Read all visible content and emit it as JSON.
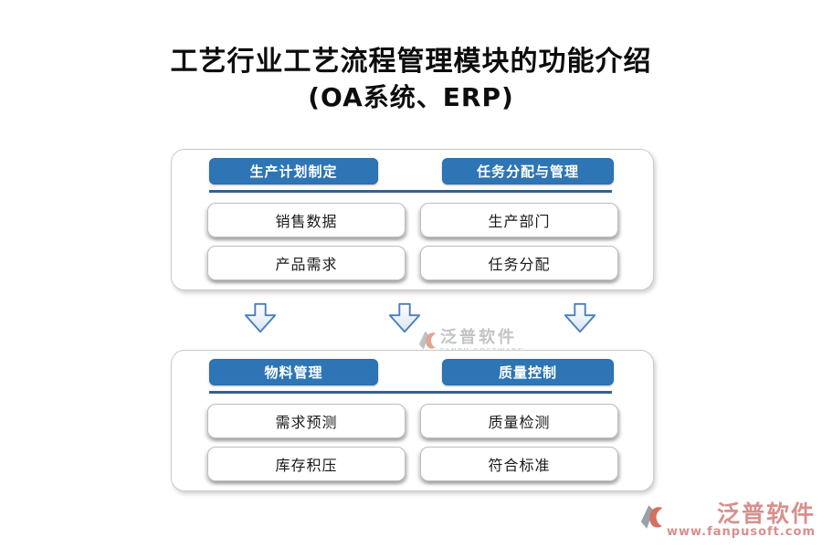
{
  "title": {
    "line1": "工艺行业工艺流程管理模块的功能介绍",
    "line2": "(OA系统、ERP)"
  },
  "panels": [
    {
      "headers": [
        "生产计划制定",
        "任务分配与管理"
      ],
      "boxes": [
        "销售数据",
        "生产部门",
        "产品需求",
        "任务分配"
      ]
    },
    {
      "headers": [
        "物料管理",
        "质量控制"
      ],
      "boxes": [
        "需求预测",
        "质量检测",
        "库存积压",
        "符合标准"
      ]
    }
  ],
  "arrows": {
    "count": 3,
    "direction": "down"
  },
  "watermark_center": {
    "brand": "泛普软件",
    "subtitle": "FANPU SOFTWARE"
  },
  "watermark_corner": {
    "brand": "泛普软件",
    "url": "www.fanpusoft.com"
  },
  "colors": {
    "header_chip_fill": "#2e75b6",
    "header_chip_border": "#2a6caa",
    "divider_line": "#365f91",
    "arrow_stroke": "#4a7ebb",
    "panel_border": "#c9c9c9",
    "box_border": "#bdbdbd",
    "corner_brand": "#d98f8d",
    "center_brand_gray": "#b9b9b9",
    "center_subtitle_blue": "#a5c6dd",
    "logo_gray": "#9aa0a8",
    "logo_orange": "#d4705f"
  }
}
